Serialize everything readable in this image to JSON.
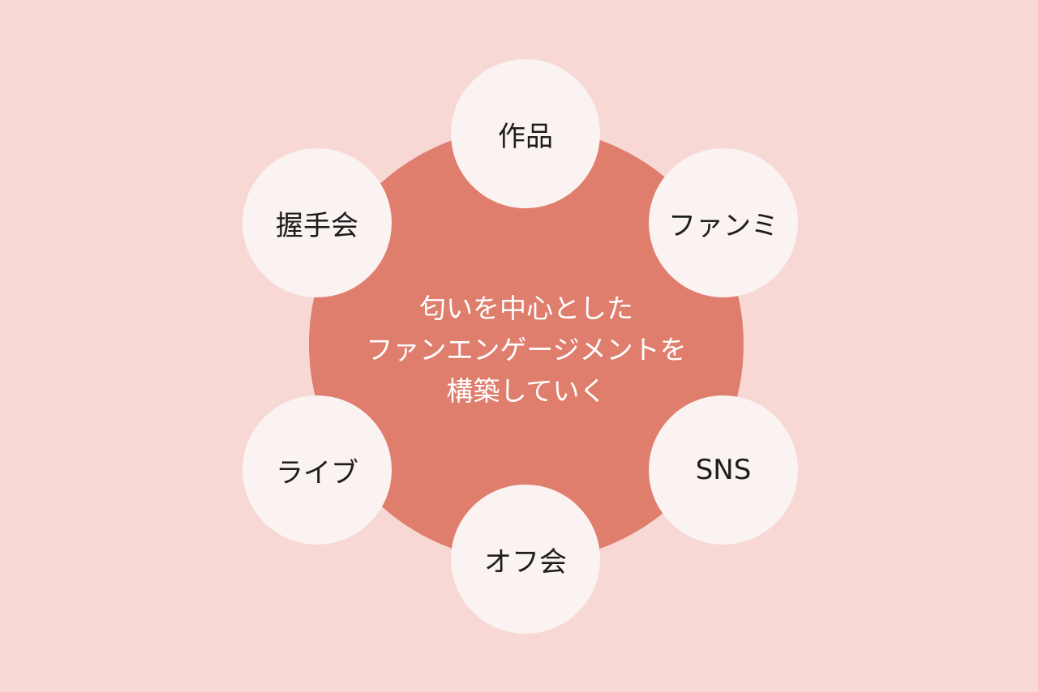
{
  "colors": {
    "background": "#f7d8d5",
    "hub": "#df7e6d",
    "node": "#faf3f1",
    "hub_text": "#ffffff",
    "node_text": "#1d1d1d"
  },
  "hub": {
    "lines": [
      "匂いを中心とした",
      "ファンエンゲージメントを",
      "構築していく"
    ]
  },
  "nodes": [
    {
      "label": "作品"
    },
    {
      "label": "ファンミ"
    },
    {
      "label": "SNS"
    },
    {
      "label": "オフ会"
    },
    {
      "label": "ライブ"
    },
    {
      "label": "握手会"
    }
  ]
}
